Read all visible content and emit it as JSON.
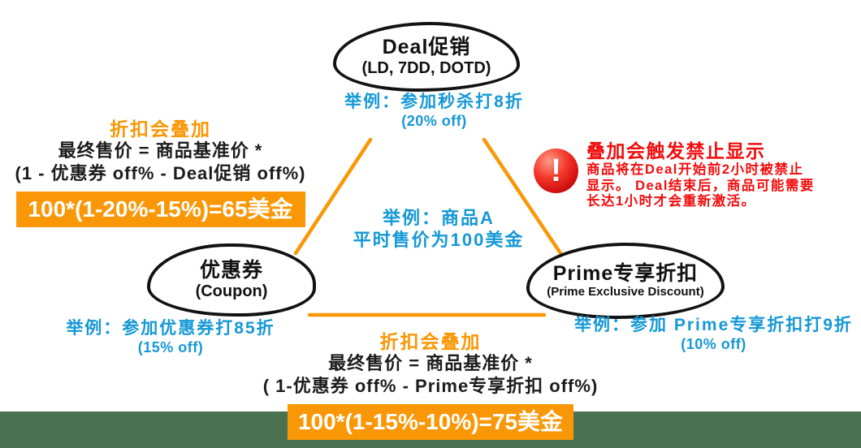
{
  "colors": {
    "accent_orange": "#FA9706",
    "example_blue": "#1598D6",
    "warning_red": "#F20C0C",
    "footer_green": "#4A7150",
    "ink_black": "#121212"
  },
  "nodes": {
    "deal": {
      "title": "Deal促销",
      "subtitle": "(LD, 7DD, DOTD)",
      "example_line1": "举例：参加秒杀打8折",
      "example_line2": "(20% off)"
    },
    "coupon": {
      "title": "优惠券",
      "subtitle": "(Coupon)",
      "example_line1": "举例：参加优惠券打85折",
      "example_line2": "(15% off)"
    },
    "prime": {
      "title": "Prime专享折扣",
      "subtitle": "(Prime Exclusive Discount)",
      "example_line1": "举例：参加 Prime专享折扣打9折",
      "example_line2": "(10% off)"
    }
  },
  "center_example": {
    "line1": "举例：商品A",
    "line2": "平时售价为100美金"
  },
  "stack_left": {
    "title": "折扣会叠加",
    "formula_line1": "最终售价 = 商品基准价 *",
    "formula_line2": "(1 - 优惠券 off% - Deal促销 off%)",
    "result": "100*(1-20%-15%)=65美金"
  },
  "stack_bottom": {
    "title": "折扣会叠加",
    "formula_line1": "最终售价 = 商品基准价 *",
    "formula_line2": "( 1-优惠券 off% - Prime专享折扣 off%)",
    "result": "100*(1-15%-10%)=75美金"
  },
  "warning": {
    "icon_glyph": "!",
    "title": "叠加会触发禁止显示",
    "body_line1": "商品将在Deal开始前2小时被禁止",
    "body_line2": "显示。 Deal结束后，商品可能需要",
    "body_line3": "长达1小时才会重新激活。"
  }
}
